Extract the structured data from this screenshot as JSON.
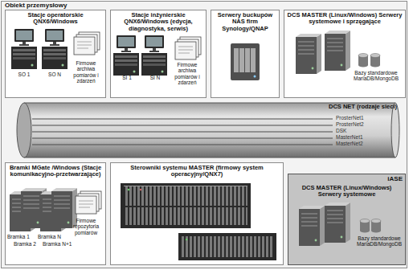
{
  "diagram": {
    "nodes": [
      {
        "text": [
          "Obiekt przemysłowy"
        ]
      },
      {
        "text": [
          "Stacje operatorskie QNX6/Windows",
          "SO 1",
          "SO N",
          "Firmowe archiwa pomiarów i zdarzeń"
        ],
        "in": 0
      },
      {
        "text": [
          "Stacje inżynierskie QNX6/Windows (edycja, diagnostyka, serwis)",
          "SI 1",
          "SI N",
          "Firmowe archiwa pomiarów i zdarzeń"
        ],
        "in": 0
      },
      {
        "text": [
          "Serwery buckupów NAS firm Synology/QNAP"
        ],
        "in": 0
      },
      {
        "text": [
          "DCS MASTER (Linux/Windows) Serwery systemowe i sprzęgające",
          "Bazy standardowe MariaDB/MongoDB"
        ],
        "in": 0
      },
      {
        "text": [
          "DCS NET (rodzaje sieci)",
          "ProsterNet1",
          "ProsterNet2",
          "DSK",
          "MasterNet1",
          "MasterNet2"
        ],
        "in": 0
      },
      {
        "text": [
          "Bramki MGate /Windows (Stacje komunikacyjno-przetwarzające)",
          "Bramka 1",
          "Bramka 2",
          "Bramka N",
          "Bramka N+1",
          "Firmowe repozytoria pomiarów"
        ],
        "in": 0
      },
      {
        "text": [
          "Sterowniki systemu MASTER (firmowy system operacyjny/QNX7)"
        ],
        "in": 0
      },
      {
        "text": [
          "iASE",
          "DCS MASTER (Linux/Windows) Serwery systemowe",
          "Bazy standardowe MariaDB/MongoDB"
        ],
        "in": 0
      }
    ]
  }
}
